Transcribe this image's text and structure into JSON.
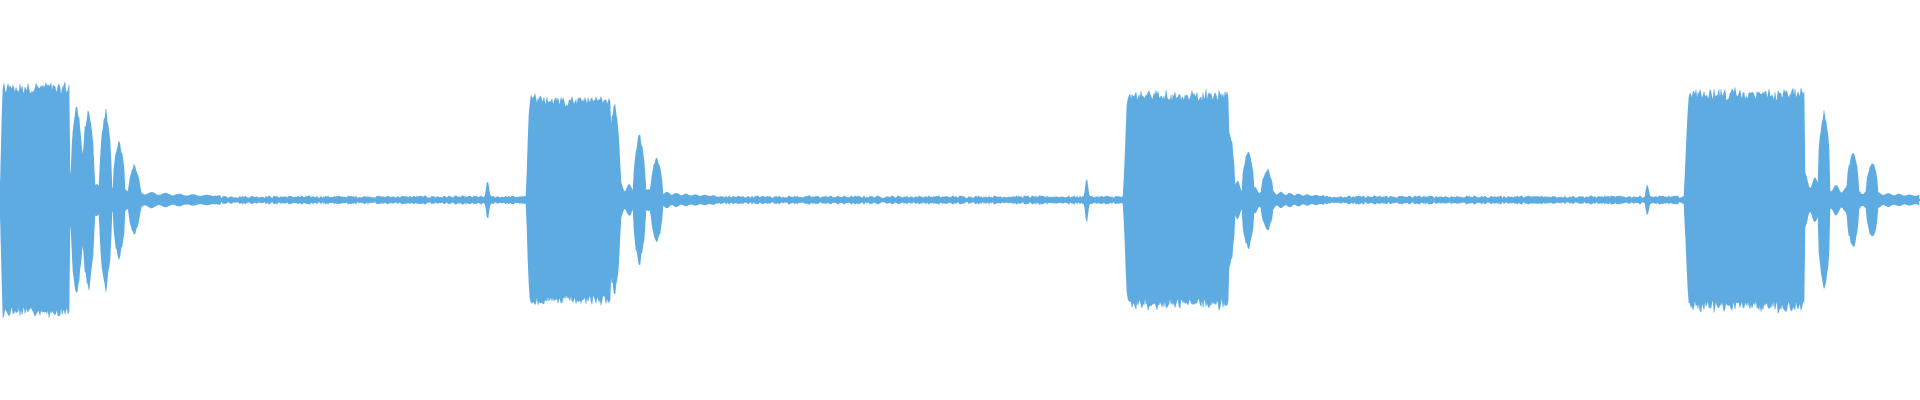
{
  "waveform": {
    "color": "#5dabe1",
    "background": "#ffffff",
    "duration_fraction_note": "",
    "bursts": [
      {
        "start": 0.0,
        "sustain_end": 0.036,
        "amplitude": 0.58,
        "tail_end": 0.115,
        "tail_amplitude": 0.1
      },
      {
        "start": 0.274,
        "sustain_end": 0.318,
        "amplitude": 0.52,
        "tail_end": 0.372,
        "tail_amplitude": 0.1
      },
      {
        "start": 0.585,
        "sustain_end": 0.64,
        "amplitude": 0.54,
        "tail_end": 0.69,
        "tail_amplitude": 0.1
      },
      {
        "start": 0.877,
        "sustain_end": 0.94,
        "amplitude": 0.55,
        "tail_end": 1.0,
        "tail_amplitude": 0.12
      }
    ],
    "pulses": [
      {
        "position": 0.04,
        "amplitude": 0.5
      },
      {
        "position": 0.046,
        "amplitude": 0.48
      },
      {
        "position": 0.055,
        "amplitude": 0.47
      },
      {
        "position": 0.062,
        "amplitude": 0.3
      },
      {
        "position": 0.07,
        "amplitude": 0.18
      },
      {
        "position": 0.308,
        "amplitude": 0.5
      },
      {
        "position": 0.32,
        "amplitude": 0.5
      },
      {
        "position": 0.333,
        "amplitude": 0.34
      },
      {
        "position": 0.342,
        "amplitude": 0.22
      },
      {
        "position": 0.618,
        "amplitude": 0.52
      },
      {
        "position": 0.63,
        "amplitude": 0.52
      },
      {
        "position": 0.64,
        "amplitude": 0.38
      },
      {
        "position": 0.65,
        "amplitude": 0.26
      },
      {
        "position": 0.66,
        "amplitude": 0.16
      },
      {
        "position": 0.91,
        "amplitude": 0.54
      },
      {
        "position": 0.924,
        "amplitude": 0.52
      },
      {
        "position": 0.935,
        "amplitude": 0.5
      },
      {
        "position": 0.95,
        "amplitude": 0.48
      },
      {
        "position": 0.965,
        "amplitude": 0.25
      },
      {
        "position": 0.975,
        "amplitude": 0.2
      }
    ],
    "clicks": [
      {
        "position": 0.254,
        "amplitude": 0.11
      },
      {
        "position": 0.566,
        "amplitude": 0.13
      },
      {
        "position": 0.858,
        "amplitude": 0.09
      }
    ],
    "noise_floor": 0.015
  }
}
